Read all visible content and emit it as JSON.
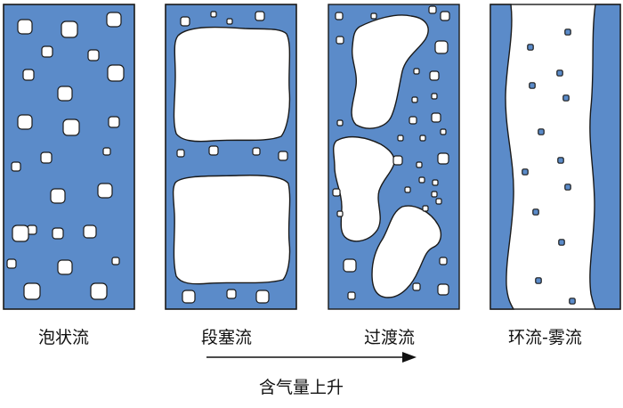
{
  "colors": {
    "liquid": "#5B8BC9",
    "gas": "#ffffff",
    "outline": "#1a1a1a",
    "text": "#111111"
  },
  "panels": [
    {
      "id": "bubbly",
      "label": "泡状流"
    },
    {
      "id": "slug",
      "label": "段塞流"
    },
    {
      "id": "churn",
      "label": "过渡流"
    },
    {
      "id": "annular-mist",
      "label": "环流-雾流"
    }
  ],
  "arrow": {
    "label": "含气量上升"
  }
}
